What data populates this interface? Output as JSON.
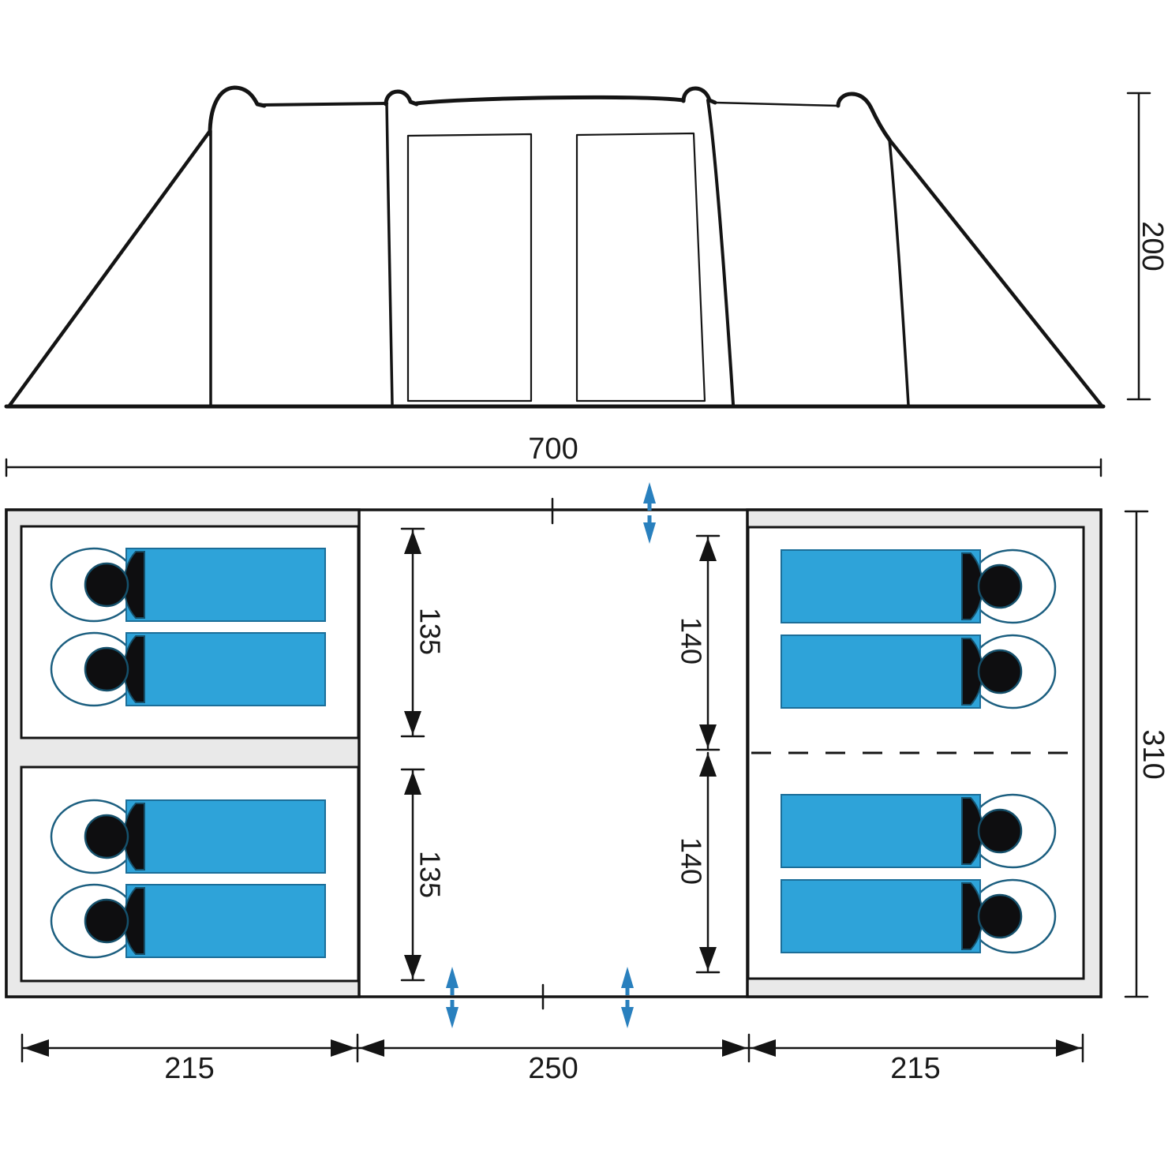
{
  "diagram_title": "tent side elevation and floor plan with dimensions",
  "colors": {
    "background": "#FFFFFF",
    "line_black": "#141414",
    "cabin_panel_gray": "#E9E9E9",
    "sleeping_bag_blue": "#2EA3D9",
    "sleeping_bag_outline": "#1C5F80",
    "pillow_black": "#0E0E10",
    "entrance_arrow_blue": "#2980BE"
  },
  "dimensions": {
    "side_height": "200",
    "overall_width": "700",
    "overall_depth": "310",
    "left_section_width": "215",
    "center_section_width": "250",
    "right_section_width": "215",
    "left_cabin_upper_depth": "135",
    "left_cabin_lower_depth": "135",
    "right_cabin_upper_depth": "140",
    "right_cabin_lower_depth": "140"
  },
  "counts": {
    "sleeping_bags": 8,
    "entrance_arrows": 3,
    "doors_in_elevation": 2
  }
}
